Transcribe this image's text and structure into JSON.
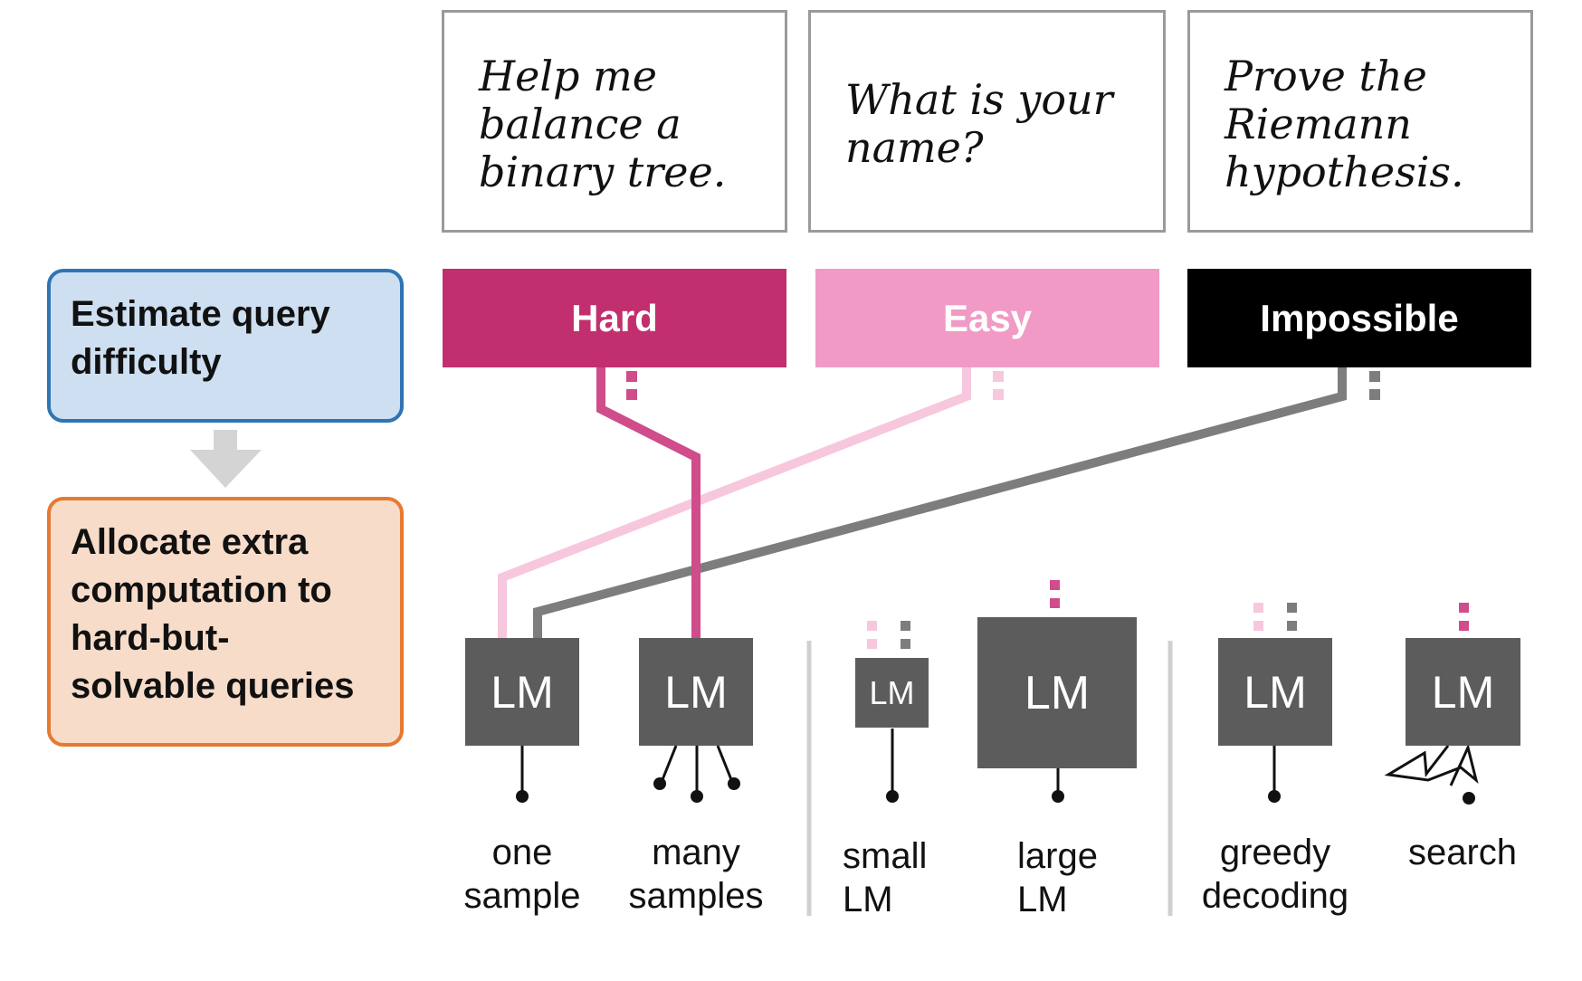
{
  "side": {
    "estimate": "Estimate query\ndifficulty",
    "allocate": "Allocate extra\ncomputation to\nhard-but-\nsolvable queries"
  },
  "queries": [
    {
      "text": "Help me\nbalance a\nbinary tree."
    },
    {
      "text": "What is your\nname?"
    },
    {
      "text": "Prove the\nRiemann\nhypothesis."
    }
  ],
  "difficulty": [
    {
      "label": "Hard",
      "color": "#c22f6e"
    },
    {
      "label": "Easy",
      "color": "#f19ac5"
    },
    {
      "label": "Impossible",
      "color": "#000000"
    }
  ],
  "colors": {
    "line_hard": "#d04c8a",
    "line_easy": "#f7c7dd",
    "line_impossible": "#7d7d7d",
    "lm_box": "#5c5c5c",
    "arrow": "#d4d4d4",
    "divider": "#d0d0d0"
  },
  "methods": [
    {
      "lm": "LM",
      "label": "one\nsample"
    },
    {
      "lm": "LM",
      "label": "many\nsamples"
    },
    {
      "lm": "LM",
      "label": "small\nLM"
    },
    {
      "lm": "LM",
      "label": "large\nLM"
    },
    {
      "lm": "LM",
      "label": "greedy\ndecoding"
    },
    {
      "lm": "LM",
      "label": "search"
    }
  ]
}
